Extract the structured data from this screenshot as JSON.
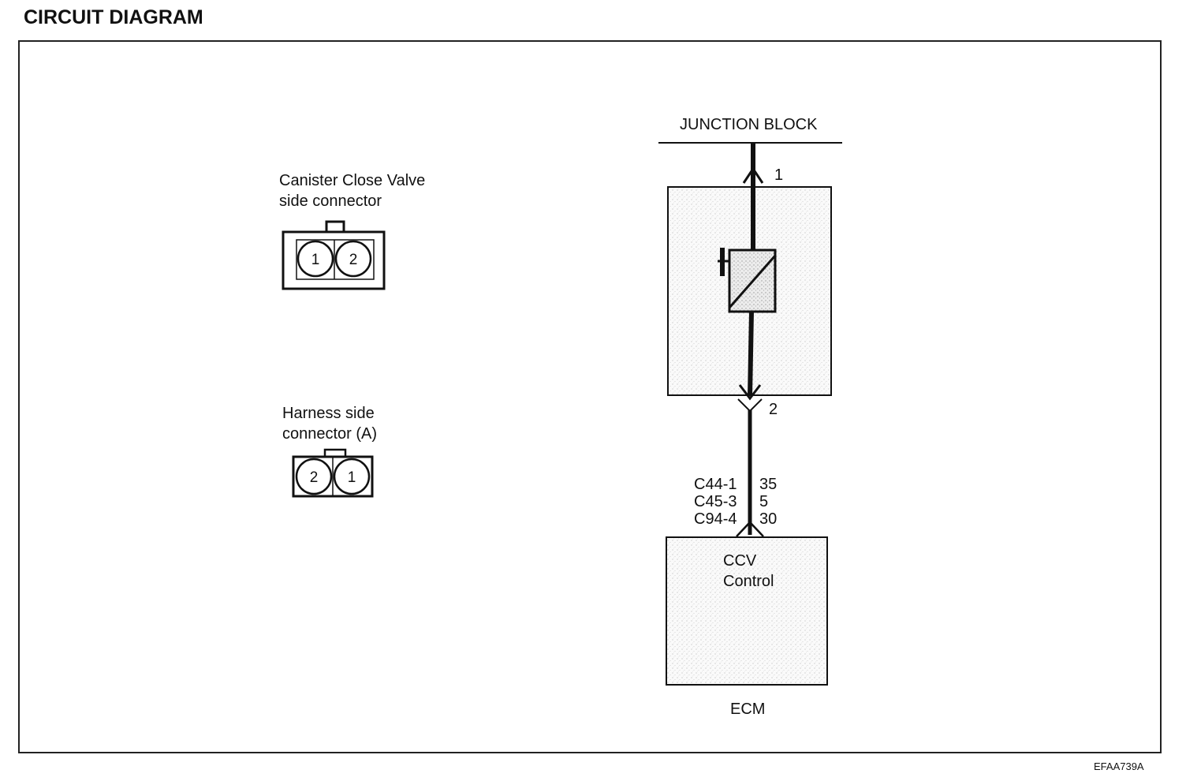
{
  "title": "CIRCUIT DIAGRAM",
  "figure_code": "EFAA739A",
  "connectors": {
    "canister": {
      "label_line1": "Canister Close Valve",
      "label_line2": "side connector",
      "pins": [
        "1",
        "2"
      ]
    },
    "harness": {
      "label_line1": "Harness side",
      "label_line2": "connector (A)",
      "pins": [
        "2",
        "1"
      ]
    }
  },
  "circuit": {
    "junction_block": "JUNCTION BLOCK",
    "pin_top": "1",
    "pin_bottom": "2",
    "ecm_pins": [
      {
        "connector": "C44-1",
        "pin": "35"
      },
      {
        "connector": "C45-3",
        "pin": "5"
      },
      {
        "connector": "C94-4",
        "pin": "30"
      }
    ],
    "ecm_box_line1": "CCV",
    "ecm_box_line2": "Control",
    "ecm_label": "ECM"
  }
}
